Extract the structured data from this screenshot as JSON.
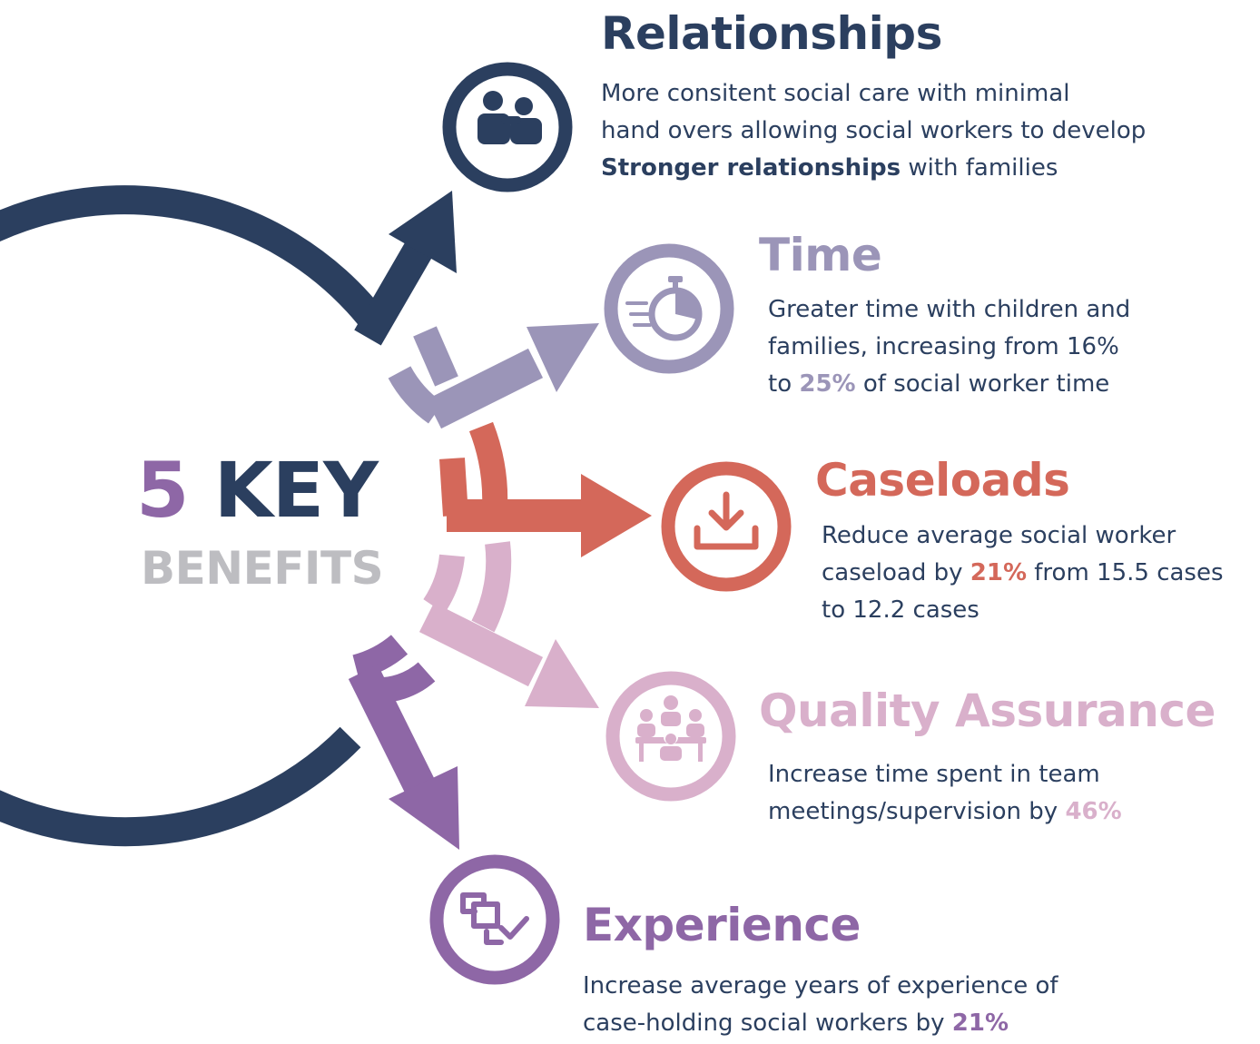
{
  "colors": {
    "navy": "#2b3f5f",
    "lavender": "#9b95b8",
    "coral": "#d4685a",
    "pink": "#d9b0cb",
    "purple": "#8e67a6",
    "gray": "#bdbdc1"
  },
  "center": {
    "number": "5",
    "word": "KEY",
    "subtitle": "BENEFITS"
  },
  "benefits": [
    {
      "id": "relationships",
      "title": "Relationships",
      "icon": "people-icon",
      "color": "#2b3f5f",
      "lines": [
        {
          "text": "More consitent social care with minimal"
        },
        {
          "text": "hand overs allowing social workers to develop"
        },
        {
          "strong": "Stronger relationships",
          "after": " with families"
        }
      ]
    },
    {
      "id": "time",
      "title": "Time",
      "icon": "stopwatch-icon",
      "color": "#9b95b8",
      "lines": [
        {
          "text": "Greater time with children and"
        },
        {
          "text": "families, increasing from 16%"
        },
        {
          "before": "to ",
          "strong": "25%",
          "after": " of social worker time"
        }
      ]
    },
    {
      "id": "caseloads",
      "title": "Caseloads",
      "icon": "download-tray-icon",
      "color": "#d4685a",
      "lines": [
        {
          "text": "Reduce average social worker"
        },
        {
          "before": "caseload by ",
          "strong": "21%",
          "after": " from 15.5 cases"
        },
        {
          "text": "to 12.2 cases"
        }
      ]
    },
    {
      "id": "quality-assurance",
      "title": "Quality Assurance",
      "icon": "team-meeting-icon",
      "color": "#d9b0cb",
      "lines": [
        {
          "text": "Increase time spent in team"
        },
        {
          "before": "meetings/supervision by ",
          "strong": "46%"
        }
      ]
    },
    {
      "id": "experience",
      "title": "Experience",
      "icon": "documents-check-icon",
      "color": "#8e67a6",
      "lines": [
        {
          "text": "Increase average years of experience of"
        },
        {
          "before": "case-holding social workers by ",
          "strong": "21%"
        }
      ]
    }
  ]
}
